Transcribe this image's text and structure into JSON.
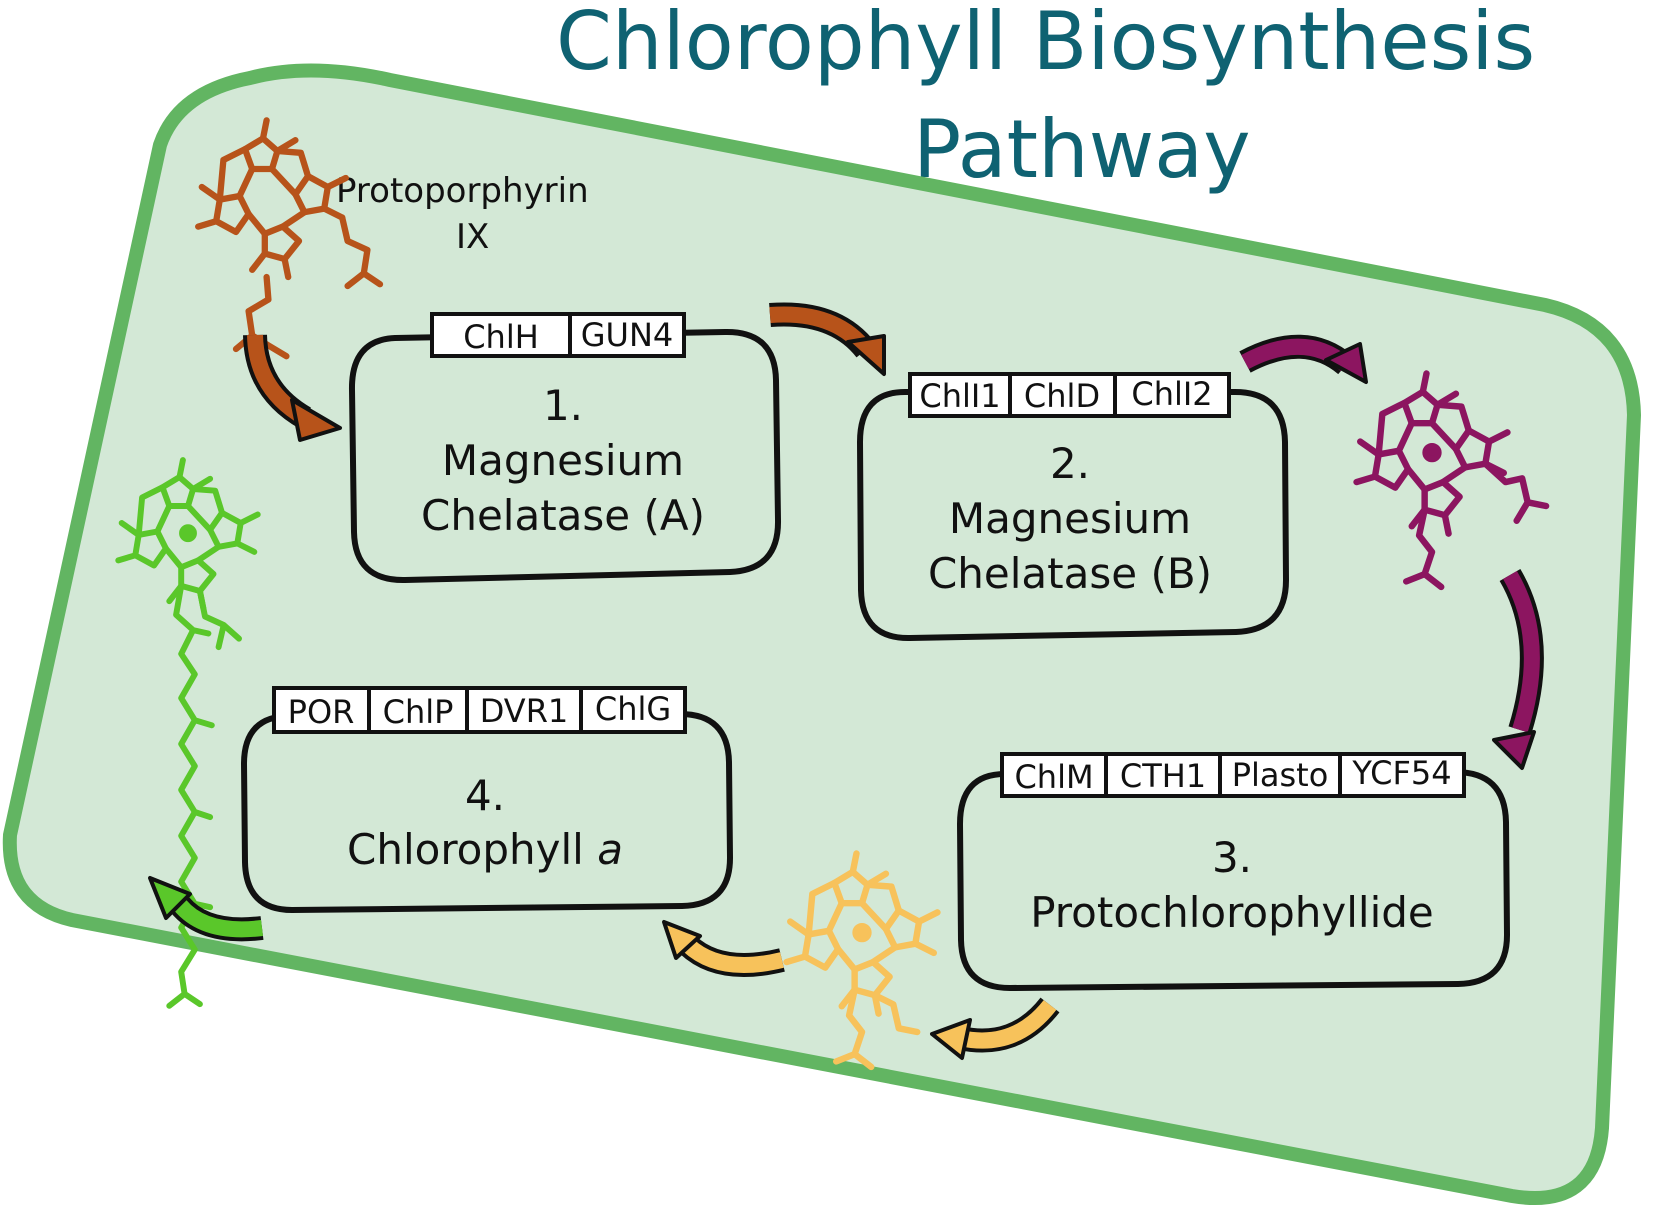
{
  "title": {
    "line1": "Chlorophyll Biosynthesis",
    "line2": "Pathway"
  },
  "colors": {
    "cell_fill": "#d3e8d6",
    "cell_border": "#62b562",
    "title": "#0f6272",
    "protoporphyrin": "#b7531a",
    "mg_protoporphyrin": "#8c1560",
    "protochlorophyllide": "#f7c25b",
    "chlorophyll": "#5ac72a"
  },
  "starting_molecule": {
    "line1": "Protoporphyrin",
    "line2": "IX"
  },
  "steps": [
    {
      "number": "1.",
      "line1": "Magnesium",
      "line2": "Chelatase (A)",
      "enzymes": [
        "ChlH",
        "GUN4"
      ]
    },
    {
      "number": "2.",
      "line1": "Magnesium",
      "line2": "Chelatase (B)",
      "enzymes": [
        "ChlI1",
        "ChlD",
        "ChlI2"
      ]
    },
    {
      "number": "3.",
      "line1": "Protochlorophyllide",
      "line2": "",
      "enzymes": [
        "ChlM",
        "CTH1",
        "Plasto",
        "YCF54"
      ]
    },
    {
      "number": "4.",
      "line1": "Chlorophyll",
      "line2": "a",
      "enzymes": [
        "POR",
        "ChlP",
        "DVR1",
        "ChlG"
      ]
    }
  ]
}
